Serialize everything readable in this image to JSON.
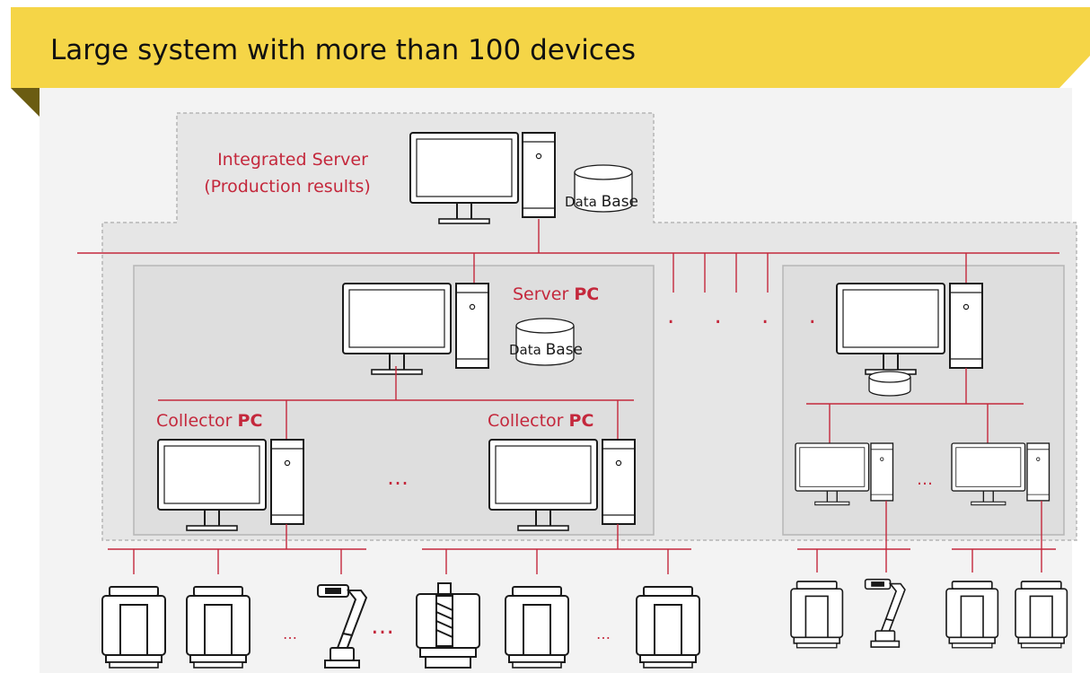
{
  "title": "Large system with more than 100 devices",
  "integrated_server": {
    "label_line1": "Integrated Server",
    "label_line2": "(Production results)",
    "db_word1": "Data",
    "db_word2": "Base"
  },
  "server_pc": {
    "label_word1": "Server",
    "label_word2": "PC",
    "db_word1": "Data",
    "db_word2": "Base"
  },
  "collector_left": {
    "label_word1": "Collector",
    "label_word2": "PC"
  },
  "collector_right": {
    "label_word1": "Collector",
    "label_word2": "PC"
  },
  "ellipsis_vertical_dots": ". . . .",
  "ellipsis_collectors": "…",
  "ellipsis_right_pcs": "…",
  "ellipsis_devices_a": "…",
  "ellipsis_devices_b": "…",
  "ellipsis_devices_c": "…",
  "colors": {
    "title_bar": "#f5d547",
    "title_shadow": "#6b5c12",
    "background_panel": "#ececec",
    "network_line": "#c4283c",
    "label_red": "#c4283c",
    "outline": "#1a1a1a"
  }
}
